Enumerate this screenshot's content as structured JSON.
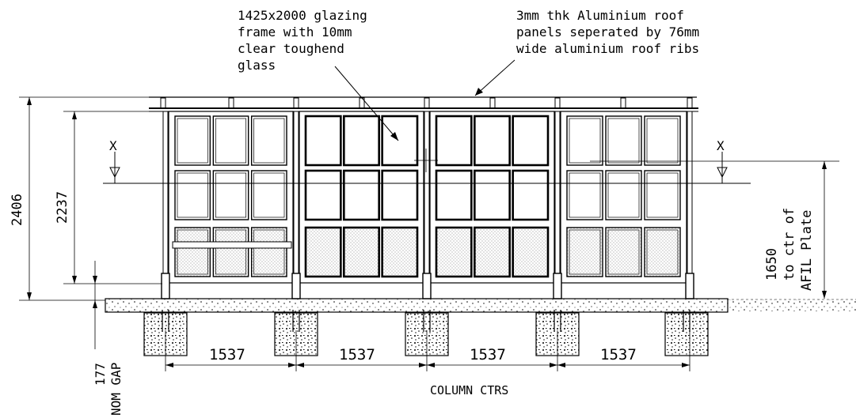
{
  "annotations": {
    "glazing_lines": [
      "1425x2000 glazing",
      "frame with 10mm",
      "clear toughend",
      "glass"
    ],
    "roof_lines": [
      "3mm thk Aluminium roof",
      "panels seperated by 76mm",
      "wide aluminium roof ribs"
    ]
  },
  "section_marks": {
    "left": "X",
    "right": "X"
  },
  "dimensions": {
    "overall_height": "2406",
    "frame_height": "2237",
    "plate_height_lines": [
      "1650",
      "to ctr of",
      "AFIL Plate"
    ],
    "gap_lines": [
      "177",
      "NOM GAP"
    ],
    "column_spacings": [
      "1537",
      "1537",
      "1537",
      "1537"
    ],
    "column_label": "COLUMN CTRS"
  }
}
